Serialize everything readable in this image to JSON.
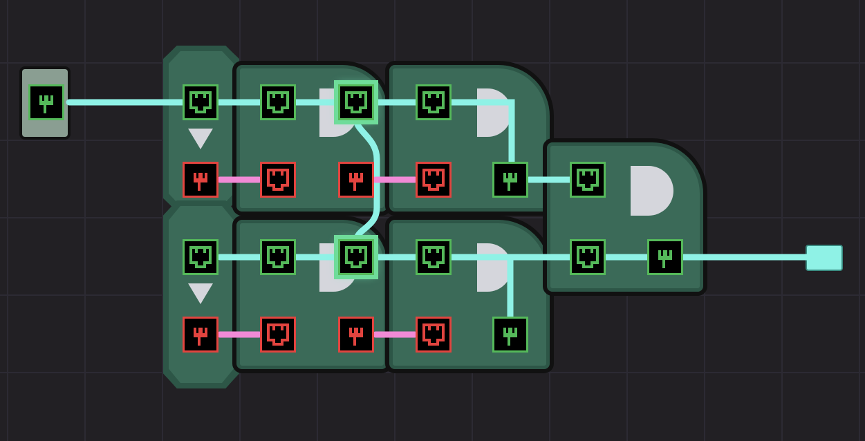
{
  "colors": {
    "background": "#222024",
    "board": "#3b6a58",
    "signal_on": "#8ff2e6",
    "signal_off": "#f18ad6",
    "port_on": "#55b95a",
    "port_off": "#e2443f"
  },
  "ports": {
    "switch_output": "on",
    "row1": [
      "on",
      "on",
      "on",
      "on"
    ],
    "row2": [
      "off",
      "off",
      "off",
      "off",
      "on",
      "on"
    ],
    "row3": [
      "on",
      "on",
      "on",
      "on",
      "on",
      "on"
    ],
    "row4": [
      "off",
      "off",
      "off",
      "off",
      "on"
    ]
  },
  "icons": [
    "switch-icon",
    "jack-socket-icon",
    "plug-icon",
    "usb-output-icon",
    "not-gate-icon",
    "and-gate-icon",
    "or-gate-icon"
  ]
}
